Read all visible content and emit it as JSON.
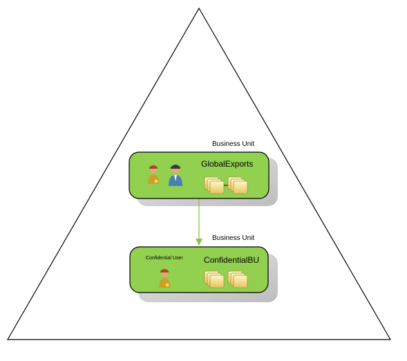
{
  "bu_top": {
    "caption": "Business Unit",
    "name": "GlobalExports"
  },
  "bu_bottom": {
    "caption": "Business Unit",
    "name": "ConfidentialBU",
    "user_label": "Confidential User"
  },
  "colors": {
    "box_fill": "#92d050",
    "box_stroke": "#000000",
    "shadow": "#d0d0d0",
    "arrow": "#8fc442",
    "triangle_stroke": "#000000"
  }
}
